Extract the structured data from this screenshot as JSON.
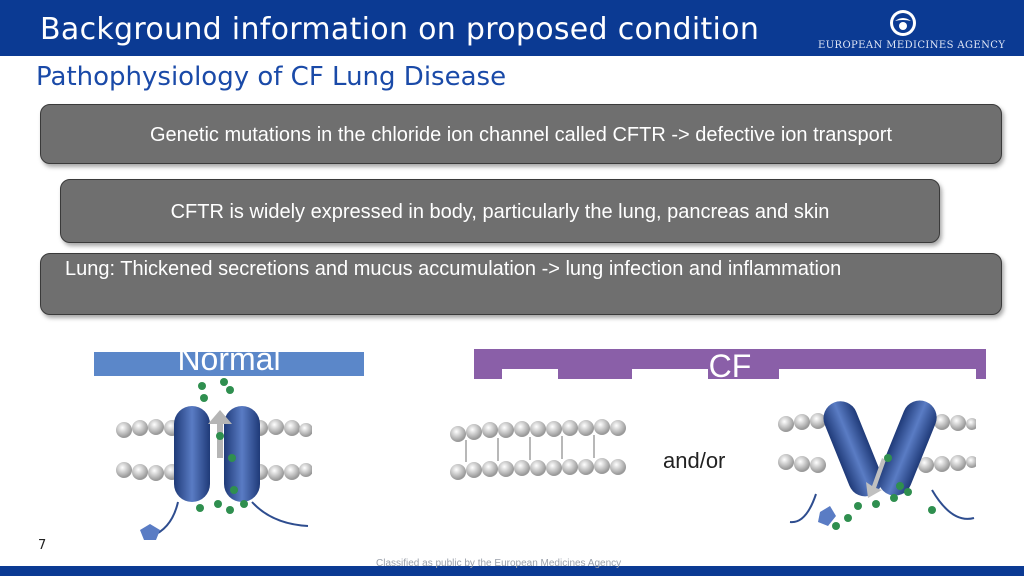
{
  "header": {
    "title": "Background information on proposed condition",
    "logo_text": "EUROPEAN MEDICINES AGENCY"
  },
  "subtitle": "Pathophysiology of CF Lung Disease",
  "boxes": [
    "Genetic mutations in the chloride ion channel called CFTR -> defective ion transport",
    "CFTR is widely expressed in body, particularly the lung, pancreas and skin",
    "Lung: Thickened secretions and mucus accumulation -> lung infection and inflammation"
  ],
  "panels": {
    "normal_label": "Normal",
    "cf_label": "CF",
    "andor": "and/or"
  },
  "footer": {
    "slide_number": "7",
    "classification": "Classified as public by the European Medicines Agency"
  },
  "colors": {
    "brand_blue": "#0b3a93",
    "subtitle_blue": "#1a4aa8",
    "box_gray": "#6f6f6f",
    "normal_blue": "#5b87c9",
    "cf_purple": "#8a5fa8",
    "channel_blue": "#2e4d8f",
    "ion_green": "#2f8f4f"
  }
}
